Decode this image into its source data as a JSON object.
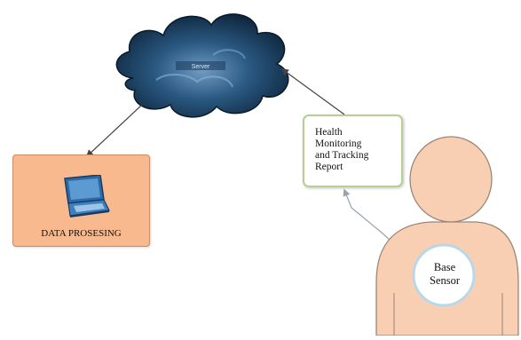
{
  "cloud": {
    "label": "Server"
  },
  "data_processing": {
    "label": "DATA PROSESING",
    "icon": "laptop-icon"
  },
  "report": {
    "label": "Health\nMonitoring\nand Tracking\nReport"
  },
  "sensor": {
    "label": "Base\nSensor"
  },
  "colors": {
    "cloud_dark": "#0f2a45",
    "cloud_mid": "#2b5a83",
    "cloud_light": "#6f9cc2",
    "processing_fill": "#f8b98e",
    "person_fill": "#f8cfb3",
    "report_border": "#b7cf94",
    "sensor_border": "#b8d8ea"
  }
}
